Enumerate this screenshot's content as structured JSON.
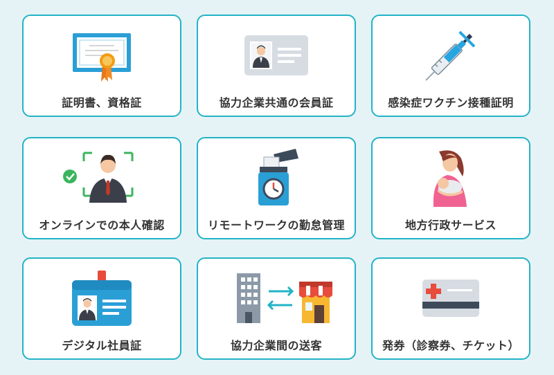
{
  "cards": [
    {
      "label": "証明書、資格証",
      "icon": "certificate-icon"
    },
    {
      "label": "協力企業共通の会員証",
      "icon": "member-card-icon"
    },
    {
      "label": "感染症ワクチン接種証明",
      "icon": "syringe-icon"
    },
    {
      "label": "オンラインでの本人確認",
      "icon": "face-verification-icon"
    },
    {
      "label": "リモートワークの勤怠管理",
      "icon": "time-clock-icon"
    },
    {
      "label": "地方行政サービス",
      "icon": "mother-baby-icon"
    },
    {
      "label": "デジタル社員証",
      "icon": "employee-id-icon"
    },
    {
      "label": "協力企業間の送客",
      "icon": "building-store-transfer-icon"
    },
    {
      "label": "発券（診察券、チケット）",
      "icon": "medical-card-icon"
    }
  ],
  "colors": {
    "border": "#22b3c6",
    "background": "#e6f3f6",
    "text": "#333333"
  }
}
